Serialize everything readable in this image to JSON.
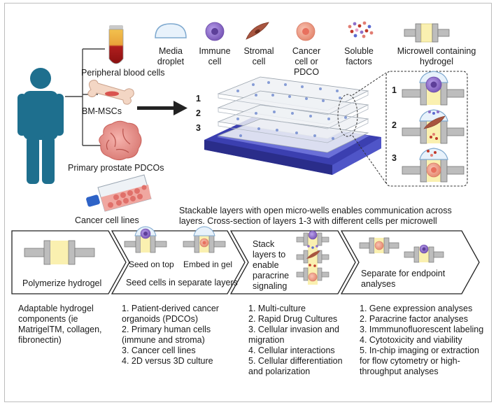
{
  "sources": {
    "blood": "Peripheral blood cells",
    "bm": "BM-MSCs",
    "pdco": "Primary prostate PDCOs",
    "lines": "Cancer cell lines"
  },
  "legend": [
    {
      "label": "Media droplet",
      "icon": "media-droplet-icon"
    },
    {
      "label": "Immune cell",
      "icon": "immune-cell-icon"
    },
    {
      "label": "Stromal cell",
      "icon": "stromal-cell-icon"
    },
    {
      "label": "Cancer cell or PDCO",
      "icon": "cancer-cell-icon"
    },
    {
      "label": "Soluble factors",
      "icon": "soluble-factors-icon"
    },
    {
      "label": "Microwell containing hydrogel",
      "icon": "microwell-icon"
    }
  ],
  "layer_labels": [
    "1",
    "2",
    "3"
  ],
  "device_caption": "Stackable layers with open micro-wells enables communication across layers. Cross-section of layers 1-3 with different cells per microwell",
  "steps": {
    "s1": {
      "title": "Polymerize hydrogel"
    },
    "s2": {
      "title": "Seed cells in separate layers",
      "a": "Seed on top",
      "b": "Embed in gel"
    },
    "s3": {
      "title": "Stack layers to enable paracrine signaling"
    },
    "s4": {
      "title": "Separate for endpoint analyses"
    }
  },
  "bottom": {
    "col1": "Adaptable hydrogel components (ie MatrigelTM, collagen, fibronectin)",
    "col2": [
      "1. Patient-derived cancer organoids (PDCOs)",
      "2. Primary human cells (immune and stroma)",
      "3. Cancer cell lines",
      "4. 2D versus 3D culture"
    ],
    "col3": [
      "1. Multi-culture",
      "2. Rapid Drug Cultures",
      "3. Cellular invasion and migration",
      "4. Cellular interactions",
      "5. Cellular differentiation and polarization"
    ],
    "col4": [
      "1. Gene expression analyses",
      "2. Paracrine factor analyses",
      "3. Immmunofluorescent labeling",
      "4. Cytotoxicity and viability",
      "5. In-chip imaging or extraction for flow cytometry or high- throughput analyses"
    ]
  },
  "colors": {
    "person": "#1e6f8e",
    "immune": "#8f6fc9",
    "stromal": "#a8553f",
    "cancer": "#f0a08a",
    "hydrogel": "#faf0b0",
    "device": "#3b3fb0"
  }
}
